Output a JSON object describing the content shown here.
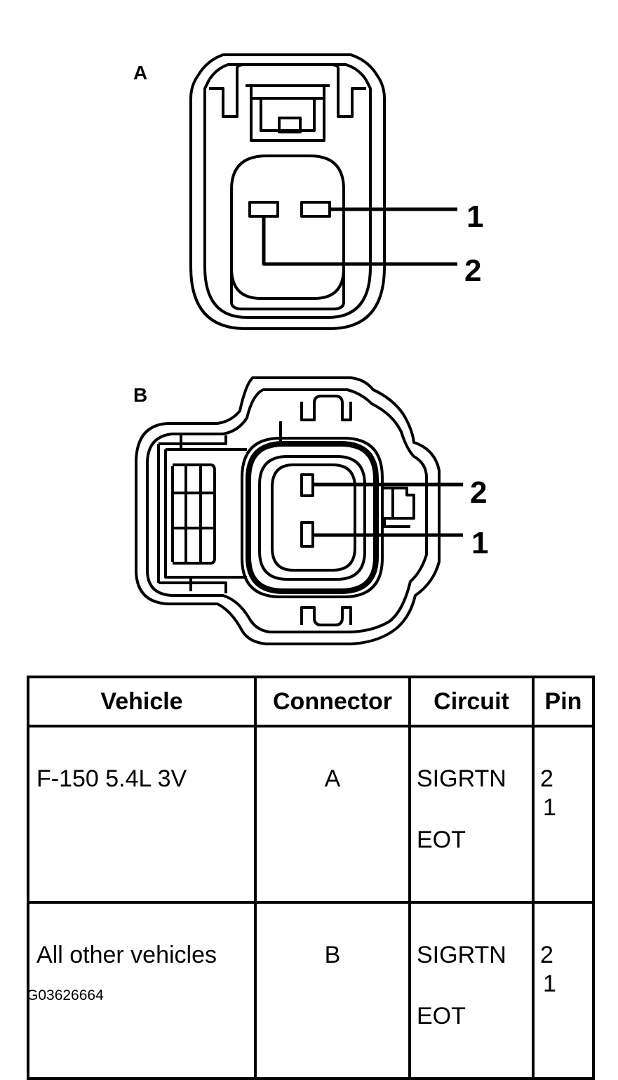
{
  "connectors": {
    "a": {
      "label": "A",
      "pin_top": "1",
      "pin_bottom": "2"
    },
    "b": {
      "label": "B",
      "pin_top": "2",
      "pin_bottom": "1"
    }
  },
  "table": {
    "headers": [
      "Vehicle",
      "Connector",
      "Circuit",
      "Pin"
    ],
    "rows": [
      {
        "vehicle": "F-150 5.4L 3V",
        "connector": "A",
        "circuits": [
          "SIGRTN",
          "EOT"
        ],
        "pins": [
          "2",
          "1"
        ]
      },
      {
        "vehicle": "All other vehicles",
        "connector": "B",
        "circuits": [
          "SIGRTN",
          "EOT"
        ],
        "pins": [
          "2",
          "1"
        ]
      }
    ]
  },
  "figure_id": "G03626664"
}
